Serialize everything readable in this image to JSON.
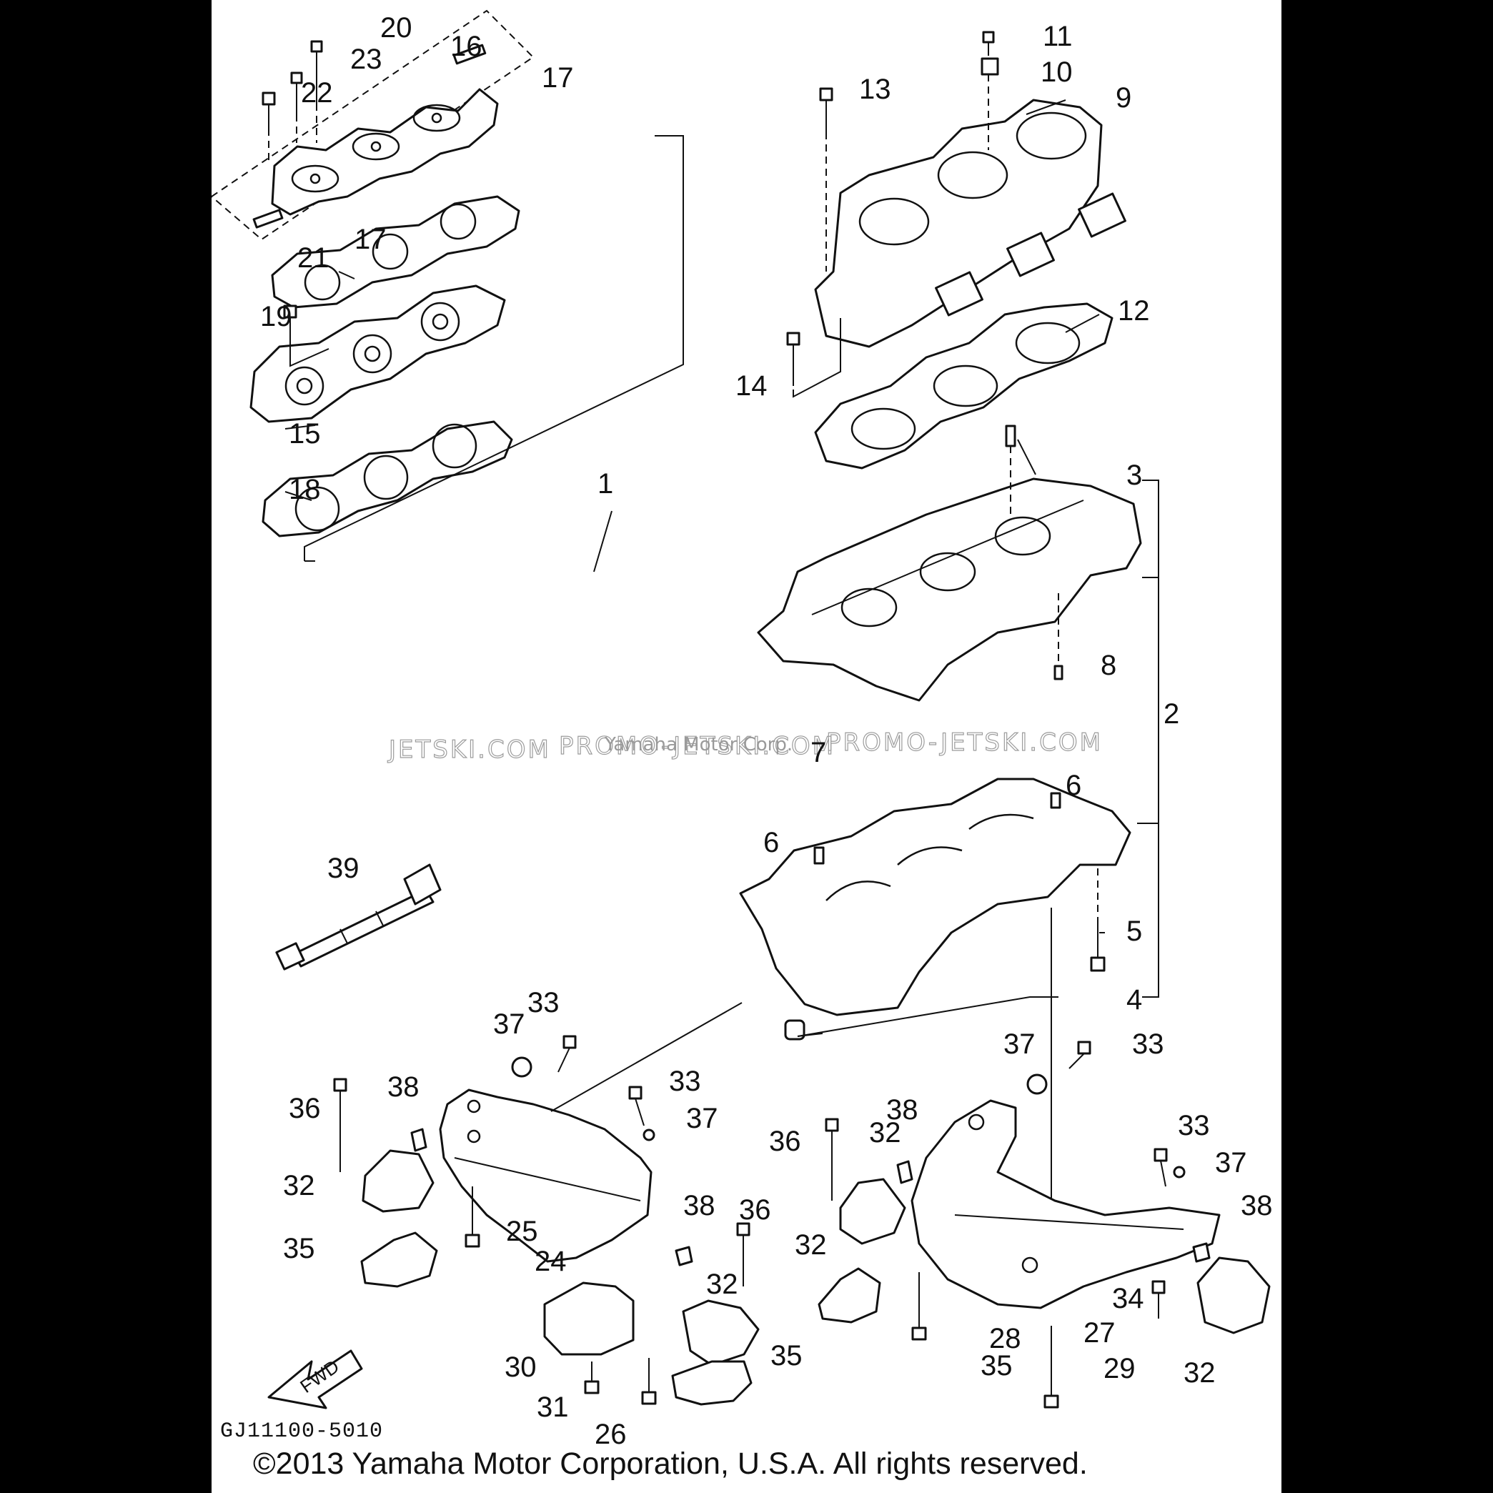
{
  "diagram": {
    "drawing_code": "GJ11100-5010",
    "copyright": "©2013 Yamaha Motor Corporation, U.S.A. All rights reserved.",
    "watermarks": {
      "left": "JETSKI.COM",
      "center": "PROMO-JETSKI.COM",
      "right": "PROMO-JETSKI.COM",
      "overlay": "Yamaha Motor Corp."
    },
    "fwd_label": "FWD",
    "callouts": {
      "c1": "1",
      "c2": "2",
      "c3": "3",
      "c4": "4",
      "c5": "5",
      "c6a": "6",
      "c6b": "6",
      "c7": "7",
      "c8": "8",
      "c9": "9",
      "c10": "10",
      "c11": "11",
      "c12": "12",
      "c13": "13",
      "c14": "14",
      "c15": "15",
      "c16": "16",
      "c17a": "17",
      "c17b": "17",
      "c18": "18",
      "c19": "19",
      "c20": "20",
      "c21": "21",
      "c22": "22",
      "c23": "23",
      "c24": "24",
      "c25": "25",
      "c26": "26",
      "c27": "27",
      "c28": "28",
      "c29": "29",
      "c30": "30",
      "c31": "31",
      "c32a": "32",
      "c32b": "32",
      "c32c": "32",
      "c32d": "32",
      "c32e": "32",
      "c32f": "32",
      "c33a": "33",
      "c33b": "33",
      "c33c": "33",
      "c33d": "33",
      "c34": "34",
      "c35a": "35",
      "c35b": "35",
      "c35c": "35",
      "c36a": "36",
      "c36b": "36",
      "c36c": "36",
      "c37a": "37",
      "c37b": "37",
      "c37c": "37",
      "c37d": "37",
      "c38a": "38",
      "c38b": "38",
      "c38c": "38",
      "c38d": "38",
      "c39": "39"
    }
  }
}
